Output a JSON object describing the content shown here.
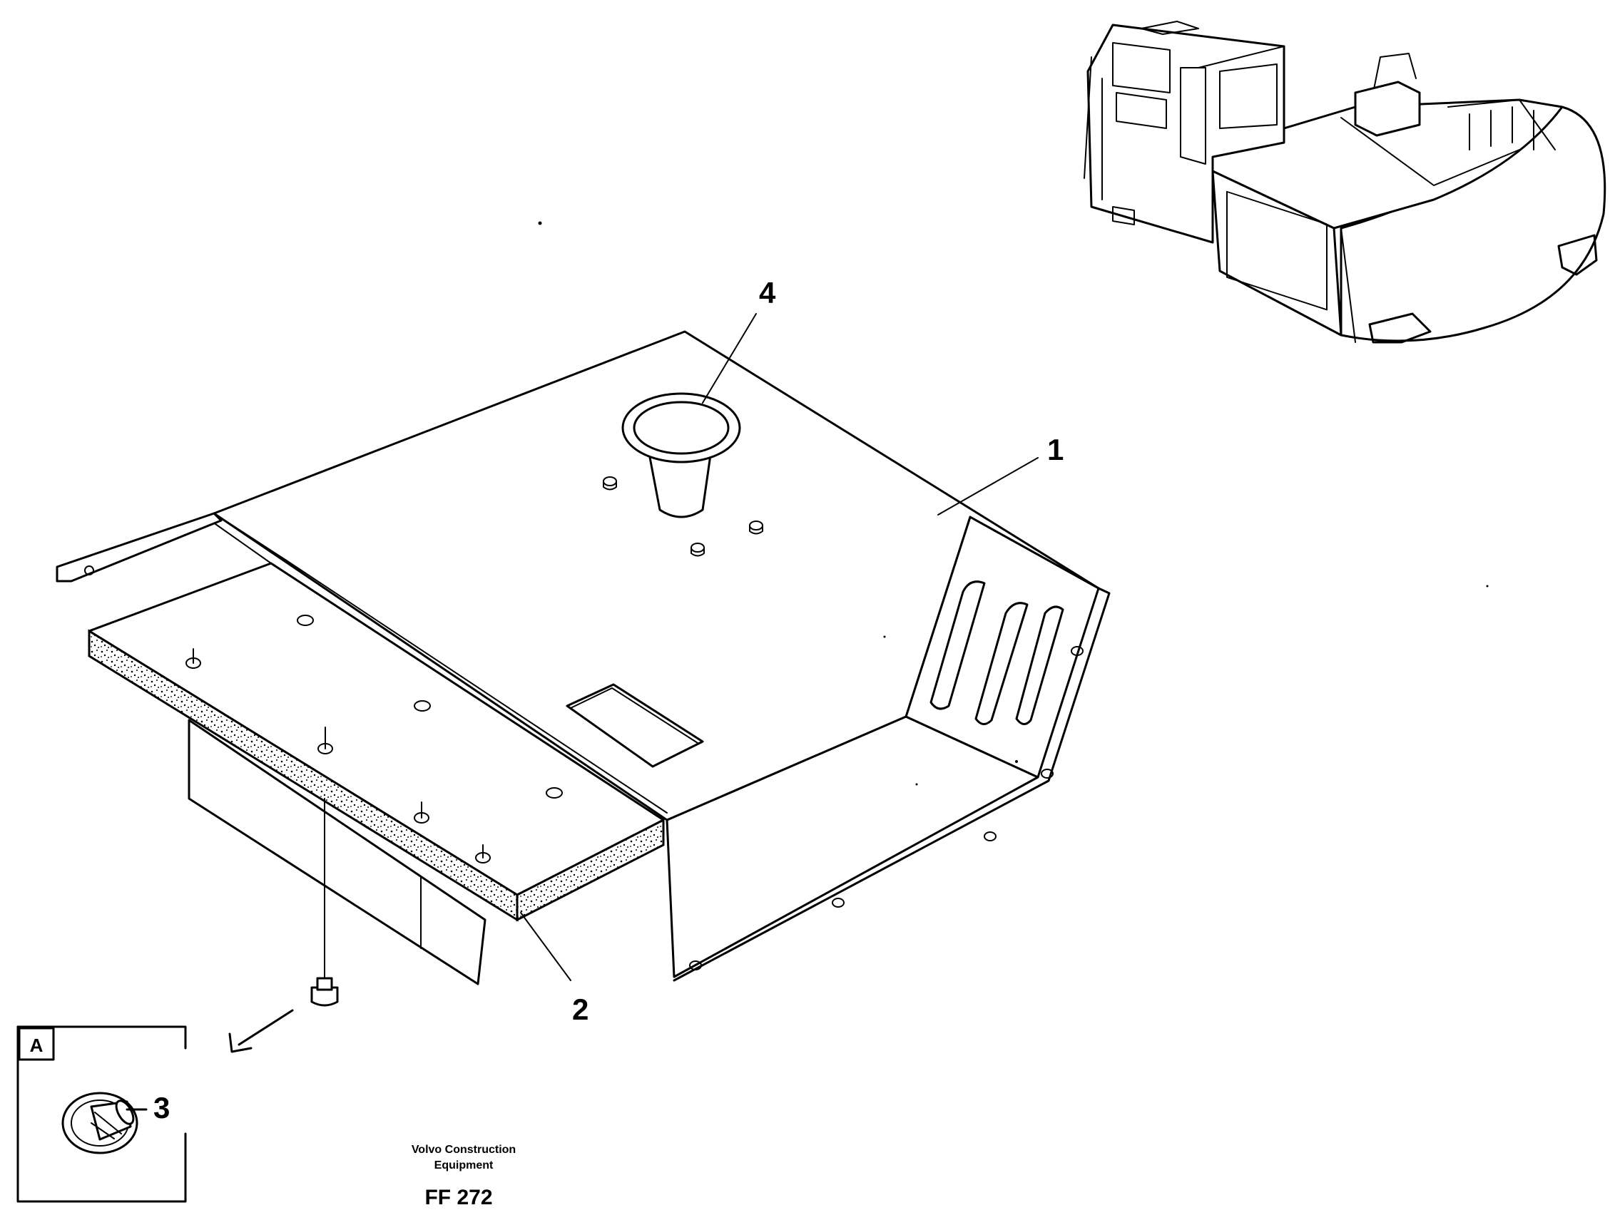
{
  "diagram": {
    "callouts": [
      {
        "id": "1",
        "label": "1"
      },
      {
        "id": "2",
        "label": "2"
      },
      {
        "id": "3",
        "label": "3"
      },
      {
        "id": "4",
        "label": "4"
      }
    ],
    "detail_view": {
      "tag": "A"
    },
    "footer": {
      "company_line1": "Volvo Construction",
      "company_line2": "Equipment",
      "figure_code": "FF 272"
    }
  }
}
